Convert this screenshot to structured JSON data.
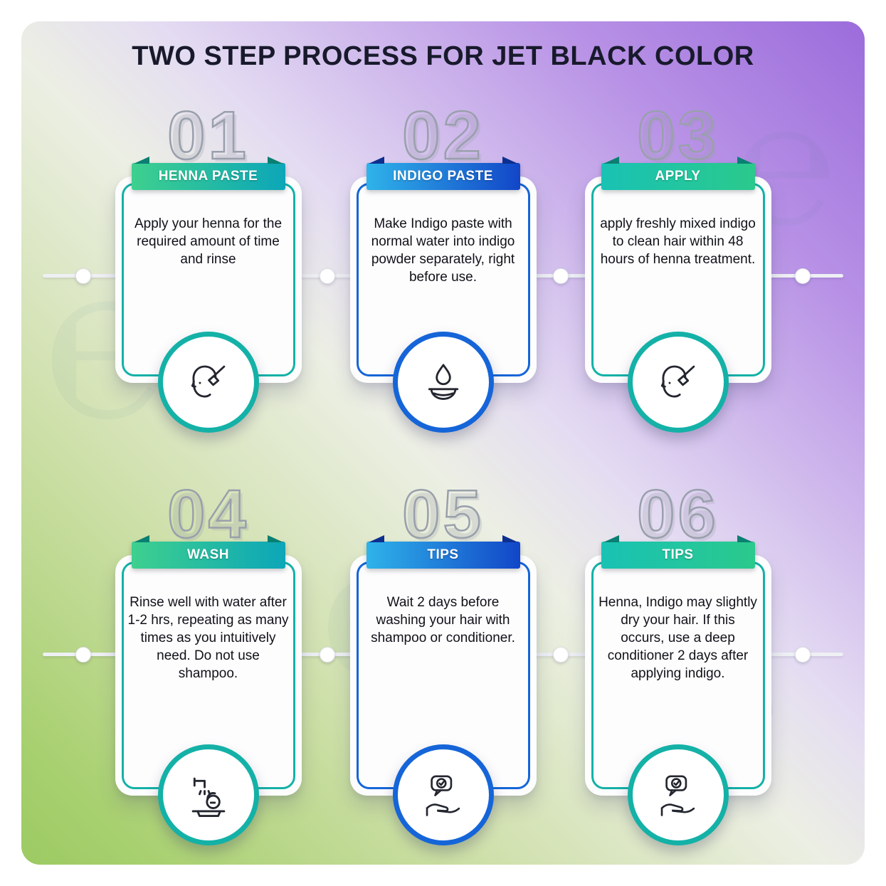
{
  "title": "TWO STEP PROCESS FOR JET BLACK COLOR",
  "watermark_glyph": "℮",
  "colors": {
    "background_purple": "#9b6cdb",
    "background_green": "#9cca62",
    "title": "#181a2c",
    "teal_accent": "#14b1a7",
    "blue_accent": "#1565d8"
  },
  "steps": [
    {
      "number": "01",
      "label": "HENNA PASTE",
      "description": "Apply your henna for the required amount of time and rinse",
      "icon": "hair-coloring-icon",
      "accent": "#14b1a7",
      "ribbon_start": "#3ed08e",
      "ribbon_end": "#0ca6b8",
      "fold": "#0a7f72"
    },
    {
      "number": "02",
      "label": "INDIGO PASTE",
      "description": "Make Indigo paste with normal water into indigo powder separately, right before use.",
      "icon": "indigo-bowl-icon",
      "accent": "#1565d8",
      "ribbon_start": "#2fb3ea",
      "ribbon_end": "#1246c8",
      "fold": "#0c2f8f"
    },
    {
      "number": "03",
      "label": "APPLY",
      "description": "apply freshly mixed indigo to clean hair within 48 hours of henna treatment.",
      "icon": "hair-coloring-icon",
      "accent": "#14b1a7",
      "ribbon_start": "#19c2b4",
      "ribbon_end": "#2bc98c",
      "fold": "#0a7f72"
    },
    {
      "number": "04",
      "label": "WASH",
      "description": "Rinse well with water after 1-2 hrs, repeating as many times as you intuitively need. Do not use shampoo.",
      "icon": "hair-wash-icon",
      "accent": "#14b1a7",
      "ribbon_start": "#3ed08e",
      "ribbon_end": "#0ca6b8",
      "fold": "#0a7f72"
    },
    {
      "number": "05",
      "label": "TIPS",
      "description": "Wait 2 days before washing your hair with shampoo or conditioner.",
      "icon": "hand-check-icon",
      "accent": "#1565d8",
      "ribbon_start": "#2fb3ea",
      "ribbon_end": "#1246c8",
      "fold": "#0c2f8f"
    },
    {
      "number": "06",
      "label": "TIPS",
      "description": "Henna, Indigo may slightly dry your hair. If this occurs, use a deep conditioner 2 days after applying indigo.",
      "icon": "hand-check-icon",
      "accent": "#14b1a7",
      "ribbon_start": "#19c2b4",
      "ribbon_end": "#2bc98c",
      "fold": "#0a7f72"
    }
  ]
}
